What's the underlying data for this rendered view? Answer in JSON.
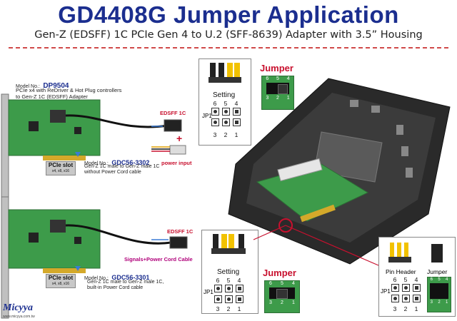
{
  "header": {
    "title": "GD4408G Jumper Application",
    "subtitle": "Gen-Z (EDSFF) 1C PCIe Gen 4 to U.2 (SFF-8639) Adapter with 3.5” Housing"
  },
  "top_card": {
    "model_prefix": "Model No.:",
    "model": "DP9504",
    "desc_line1": "PCIe x4 with ReDriver & Hot Plug controllers",
    "desc_line2": "to Gen-Z 1C (EDSFF) Adapter",
    "slot_label": "PCIe slot",
    "slot_sub": "x4, x8, x16",
    "edsff_label": "EDSFF 1C",
    "plus": "+",
    "power_label": "power input",
    "cable_model_prefix": "Model No.:",
    "cable_model": "GDC56-3302",
    "cable_desc1": "Gen-Z 1C male to Gen-Z male 1C",
    "cable_desc2": "without Power Cord cable"
  },
  "bottom_card": {
    "slot_label": "PCIe slot",
    "slot_sub": "x4, x8, x16",
    "edsff_label": "EDSFF 1C",
    "signals_label": "Signals+Power Cord Cable",
    "cable_model_prefix": "Model No.:",
    "cable_model": "GDC56-3301",
    "cable_desc1": "Gen-Z 1C male to Gen-Z male 1C,",
    "cable_desc2": "built-in Power Cord cable"
  },
  "jumper_top": {
    "label": "Jumper",
    "setting_label": "Setting",
    "jp_label": "JP1",
    "top_pins": [
      "6",
      "5",
      "4"
    ],
    "bottom_pins": [
      "3",
      "2",
      "1"
    ],
    "photo_top": [
      "6",
      "5",
      "4"
    ],
    "photo_bottom": [
      "3",
      "2",
      "1"
    ]
  },
  "jumper_bottom": {
    "label": "Jumper",
    "setting_label": "Setting",
    "jp_label": "JP1",
    "top_pins": [
      "6",
      "5",
      "4"
    ],
    "bottom_pins": [
      "3",
      "2",
      "1"
    ],
    "photo_top": [
      "6",
      "5",
      "4"
    ],
    "photo_bottom": [
      "3",
      "2",
      "1"
    ]
  },
  "pin_header": {
    "header_label": "Pin Header",
    "jumper_label": "Jumper",
    "jp_label": "JP1",
    "top_pins": [
      "6",
      "5",
      "4"
    ],
    "bottom_pins": [
      "3",
      "2",
      "1"
    ],
    "photo_top": [
      "6",
      "5",
      "4"
    ],
    "photo_bottom": [
      "3",
      "2",
      "1"
    ]
  },
  "footer": {
    "logo": "Micyya",
    "url": "www.micyya.com.tw"
  },
  "colors": {
    "title_blue": "#1b2e8f",
    "accent_red": "#c8102e",
    "signal_pink": "#b0007a",
    "pcb_green": "#3d9b4a",
    "jumper_yellow": "#f2c200"
  }
}
